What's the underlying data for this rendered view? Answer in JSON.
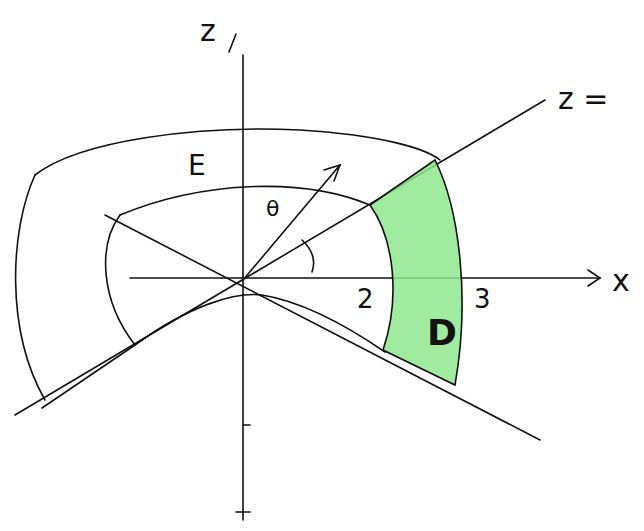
{
  "diagram": {
    "nodes": [
      {
        "text": [
          "D"
        ]
      }
    ],
    "labels": [
      "z",
      "z =",
      "E",
      "θ",
      "2",
      "3",
      "x"
    ]
  }
}
